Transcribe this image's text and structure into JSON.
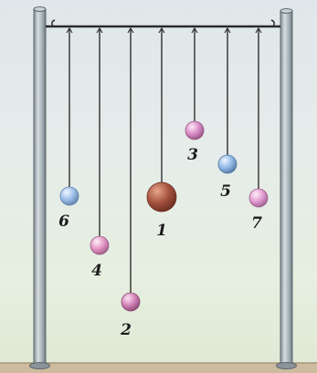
{
  "figure": {
    "balls": [
      {
        "label": "1"
      },
      {
        "label": "2"
      },
      {
        "label": "3"
      },
      {
        "label": "4"
      },
      {
        "label": "5"
      },
      {
        "label": "6"
      },
      {
        "label": "7"
      }
    ],
    "colors": {
      "ball_1": "#a4513d",
      "ball_2": "#d07fb4",
      "ball_3": "#d989c4",
      "ball_4": "#e493c5",
      "ball_5": "#8fb6e4",
      "ball_6": "#9bbde8",
      "ball_7": "#e29ad0",
      "post": "#9aa6ad",
      "crossbar": "#2b2b2b",
      "ground": "#bfa98c"
    }
  }
}
